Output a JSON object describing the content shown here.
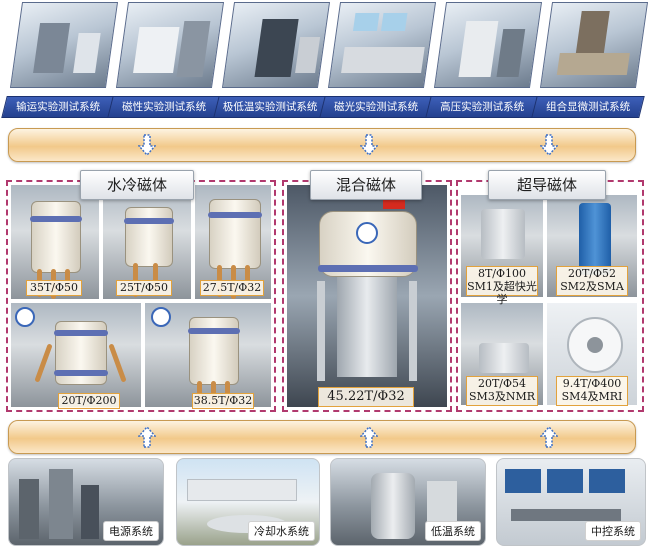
{
  "systems": [
    {
      "label": "输运实验测试系统",
      "photo_icon": "transport-lab-photo"
    },
    {
      "label": "磁性实验测试系统",
      "photo_icon": "magnetism-lab-photo"
    },
    {
      "label": "极低温实验测试系统",
      "photo_icon": "ultralow-temp-lab-photo"
    },
    {
      "label": "磁光实验测试系统",
      "photo_icon": "magneto-optics-lab-photo"
    },
    {
      "label": "高压实验测试系统",
      "photo_icon": "high-pressure-lab-photo"
    },
    {
      "label": "组合显微测试系统",
      "photo_icon": "microscopy-lab-photo"
    }
  ],
  "groups": {
    "water_cooled": {
      "title": "水冷磁体",
      "magnets": [
        "35T/Φ50",
        "25T/Φ50",
        "27.5T/Φ32",
        "20T/Φ200",
        "38.5T/Φ32"
      ]
    },
    "hybrid": {
      "title": "混合磁体",
      "magnets": [
        "45.22T/Φ32"
      ]
    },
    "superconducting": {
      "title": "超导磁体",
      "magnets": [
        {
          "line1": "8T/Φ100",
          "line2": "SM1及超快光学"
        },
        {
          "line1": "20T/Φ52",
          "line2": "SM2及SMA"
        },
        {
          "line1": "20T/Φ54",
          "line2": "SM3及NMR"
        },
        {
          "line1": "9.4T/Φ400",
          "line2": "SM4及MRI"
        }
      ]
    }
  },
  "infrastructure": [
    "电源系统",
    "冷却水系统",
    "低温系统",
    "中控系统"
  ],
  "colors": {
    "system_bar": "#2f4fa3",
    "band": "#f2c98a",
    "group_border": "#b1396e",
    "label_border": "#e2a23c",
    "arrow": "#3d6fc4"
  }
}
